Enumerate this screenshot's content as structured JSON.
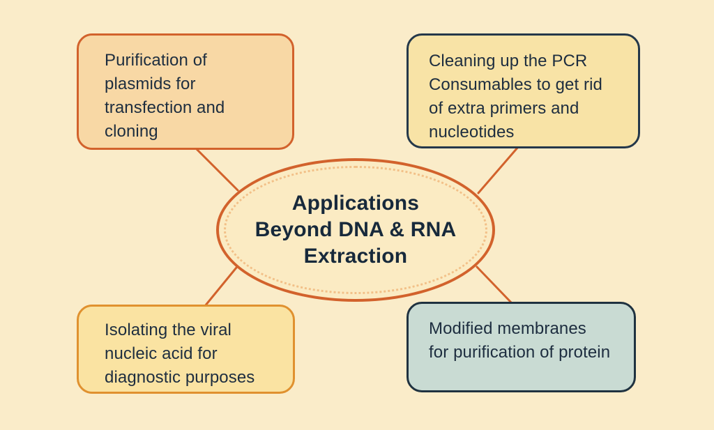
{
  "diagram": {
    "background_color": "#FAECC9",
    "connector_color": "#D2622C",
    "text_color": "#1D2D3F",
    "center": {
      "title": "Applications Beyond DNA & RNA Extraction",
      "title_lines": [
        "Applications",
        "Beyond DNA & RNA",
        "Extraction"
      ],
      "fill": "#FBEBC3",
      "border_color": "#D2622C",
      "dot_ring_color": "#F2C088",
      "text_color": "#17293B"
    },
    "nodes": [
      {
        "id": "purification-plasmids",
        "text": "Purification of plasmids for transfection and cloning",
        "lines": [
          "Purification of",
          "plasmids for",
          "transfection and",
          "cloning"
        ],
        "fill": "#F8D8A5",
        "border_color": "#D2622C"
      },
      {
        "id": "pcr-cleanup",
        "text": "Cleaning up the PCR Consumables to get rid of extra primers and nucleotides",
        "lines": [
          "Cleaning up the PCR",
          "Consumables to get rid",
          "of extra primers and",
          "nucleotides"
        ],
        "fill": "#F8E3A6",
        "border_color": "#24384A"
      },
      {
        "id": "viral-nucleic-acid",
        "text": "Isolating the viral nucleic acid for diagnostic purposes",
        "lines": [
          "Isolating the viral",
          "nucleic acid for",
          "diagnostic purposes"
        ],
        "fill": "#FAE3A2",
        "border_color": "#E0912F"
      },
      {
        "id": "modified-membranes",
        "text": "Modified membranes for purification of protein",
        "lines": [
          "Modified membranes",
          "for purification of protein"
        ],
        "fill": "#C9DBD3",
        "border_color": "#1F3240"
      }
    ]
  }
}
